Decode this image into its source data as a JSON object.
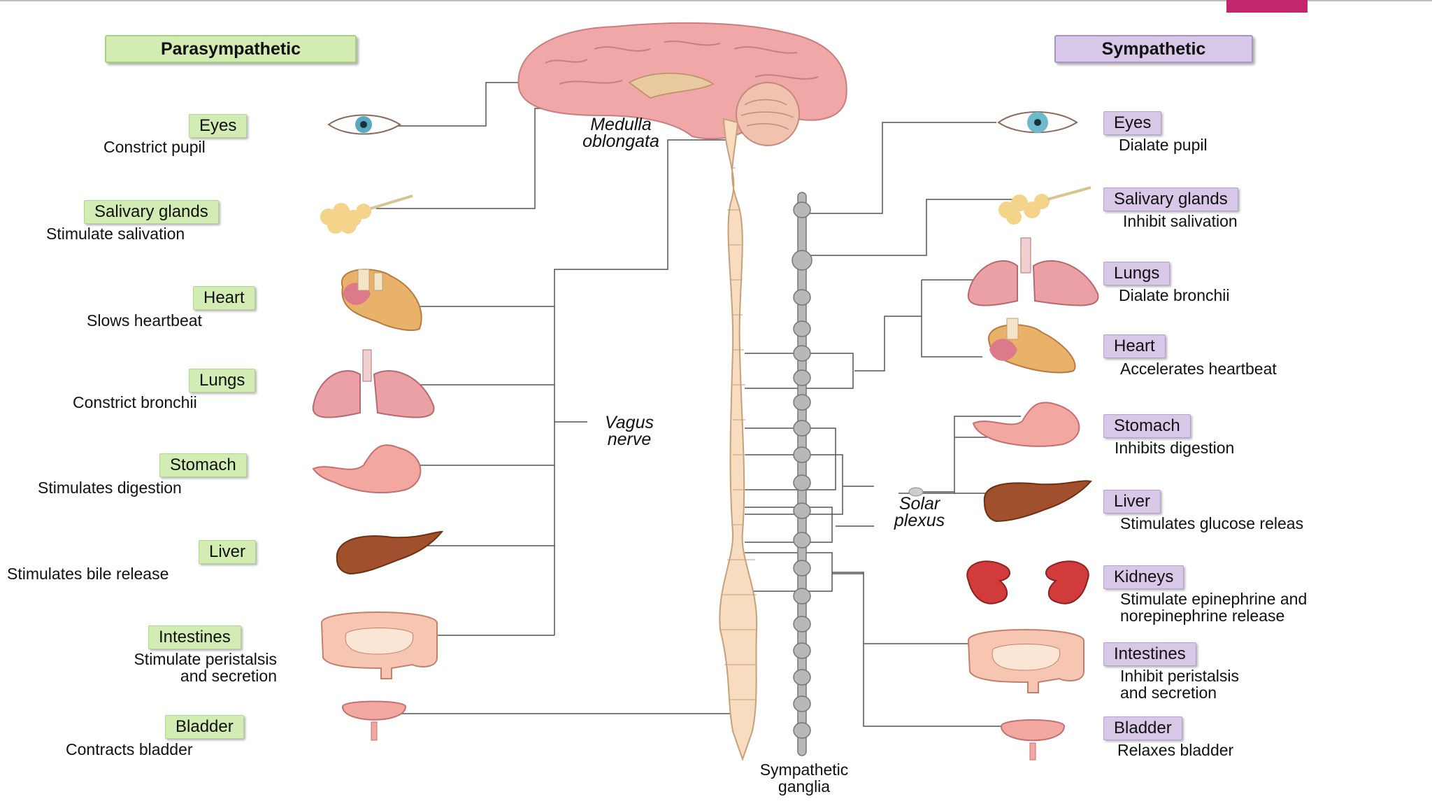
{
  "headers": {
    "parasympathetic": "Parasympathetic",
    "sympathetic": "Sympathetic"
  },
  "parasympathetic": [
    {
      "organ": "Eyes",
      "effect": "Constrict pupil"
    },
    {
      "organ": "Salivary glands",
      "effect": "Stimulate salivation"
    },
    {
      "organ": "Heart",
      "effect": "Slows heartbeat"
    },
    {
      "organ": "Lungs",
      "effect": "Constrict bronchii"
    },
    {
      "organ": "Stomach",
      "effect": "Stimulates digestion"
    },
    {
      "organ": "Liver",
      "effect": "Stimulates bile release"
    },
    {
      "organ": "Intestines",
      "effect": "Stimulate peristalsis\nand secretion"
    },
    {
      "organ": "Bladder",
      "effect": "Contracts bladder"
    }
  ],
  "sympathetic": [
    {
      "organ": "Eyes",
      "effect": "Dialate pupil"
    },
    {
      "organ": "Salivary glands",
      "effect": "Inhibit salivation"
    },
    {
      "organ": "Lungs",
      "effect": "Dialate bronchii"
    },
    {
      "organ": "Heart",
      "effect": "Accelerates heartbeat"
    },
    {
      "organ": "Stomach",
      "effect": "Inhibits digestion"
    },
    {
      "organ": "Liver",
      "effect": "Stimulates glucose releas"
    },
    {
      "organ": "Kidneys",
      "effect": "Stimulate epinephrine and\nnorepinephrine release"
    },
    {
      "organ": "Intestines",
      "effect": "Inhibit peristalsis\nand secretion"
    },
    {
      "organ": "Bladder",
      "effect": "Relaxes bladder"
    }
  ],
  "labels": {
    "medulla": "Medulla\noblongata",
    "vagus": "Vagus\nnerve",
    "solar": "Solar\nplexus",
    "ganglia": "Sympathetic\nganglia"
  },
  "colors": {
    "para_tag": "#d2ecb4",
    "symp_tag": "#d6c8e6",
    "spinal_cord": "#f7dcc0",
    "ganglia_chain": "#b8b8b8",
    "brain": "#efa7a7",
    "accent": "#c2276e"
  }
}
